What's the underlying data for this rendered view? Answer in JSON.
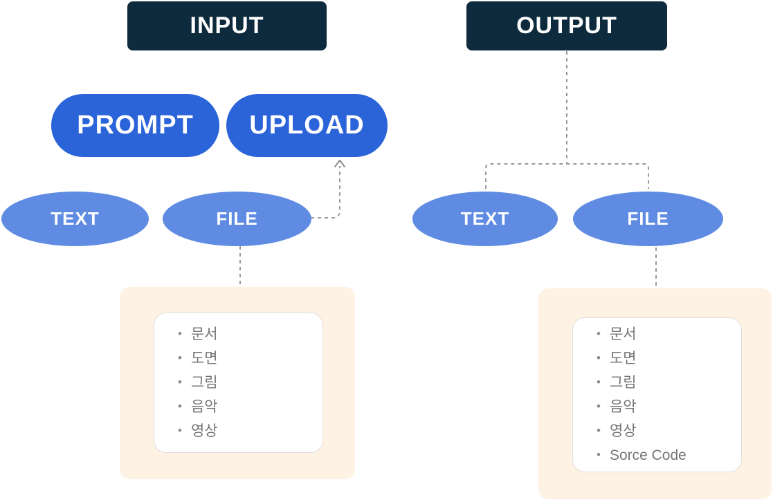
{
  "diagram": {
    "input_section": {
      "header": "INPUT",
      "prompt_label": "PROMPT",
      "upload_label": "UPLOAD",
      "text_label": "TEXT",
      "file_label": "FILE",
      "file_types": [
        "문서",
        "도면",
        "그림",
        "음악",
        "영상"
      ]
    },
    "output_section": {
      "header": "OUTPUT",
      "text_label": "TEXT",
      "file_label": "FILE",
      "file_types": [
        "문서",
        "도면",
        "그림",
        "음악",
        "영상",
        "Sorce Code"
      ]
    },
    "relations": {
      "file_to_upload_arrow": "FILE -> UPLOAD",
      "output_branches": "OUTPUT -> TEXT, FILE",
      "file_to_types": "FILE -> file types panel"
    }
  },
  "colors": {
    "header_bg": "#0e2b3d",
    "pill_bg": "#2b63d8",
    "ellipse_bg": "#5f8ce2",
    "panel_bg": "#fdf2e4",
    "card_border": "#e0dfdd",
    "connector": "#999999",
    "list_text": "#757575",
    "label_text": "#ffffff"
  }
}
